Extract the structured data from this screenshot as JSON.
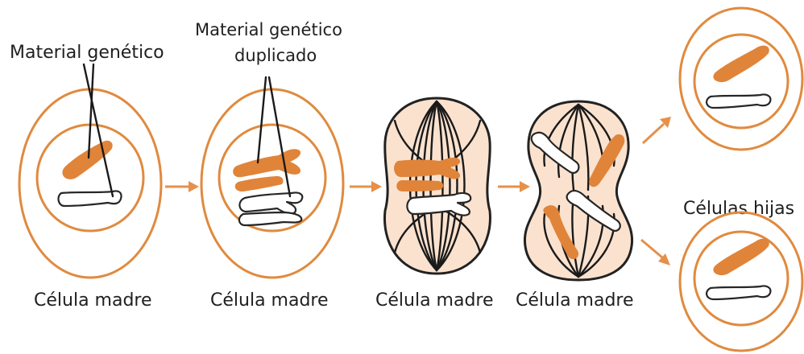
{
  "labels": {
    "genetic_material": "Material genético",
    "duplicated_line1": "Material genético",
    "duplicated_line2": "duplicado",
    "daughter_cells": "Células hijas",
    "mother_cell_1": "Célula madre",
    "mother_cell_2": "Célula madre",
    "mother_cell_3": "Célula madre",
    "mother_cell_4": "Célula madre"
  },
  "colors": {
    "cell_outline": "#e08a3e",
    "chromosome": "#e0843a",
    "cytoplasm": "#fbe2cf",
    "arrow": "#e6904a",
    "ink": "#1f1f1f"
  }
}
